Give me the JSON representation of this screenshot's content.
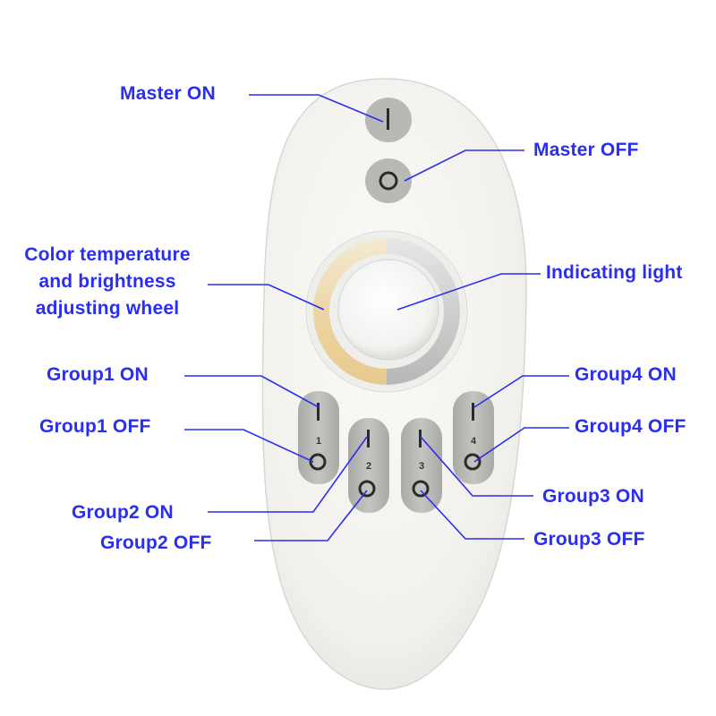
{
  "labels": {
    "master_on": "Master ON",
    "master_off": "Master OFF",
    "wheel_line1": "Color temperature",
    "wheel_line2": "and brightness",
    "wheel_line3": "adjusting wheel",
    "indicating_light": "Indicating light",
    "group1_on": "Group1 ON",
    "group1_off": "Group1 OFF",
    "group2_on": "Group2 ON",
    "group2_off": "Group2 OFF",
    "group3_on": "Group3 ON",
    "group3_off": "Group3 OFF",
    "group4_on": "Group4 ON",
    "group4_off": "Group4 OFF"
  },
  "button_numbers": {
    "group1": "1",
    "group2": "2",
    "group3": "3",
    "group4": "4"
  },
  "colors": {
    "label_text": "#2a2ef0",
    "leader_line": "#2a2ef0",
    "remote_body": "#f4f3ef",
    "button_gray": "#b9b9b6",
    "wheel_warm": "#ecd6a6",
    "wheel_cool": "#bfbfbf",
    "indicator": "#f6f6f4"
  }
}
